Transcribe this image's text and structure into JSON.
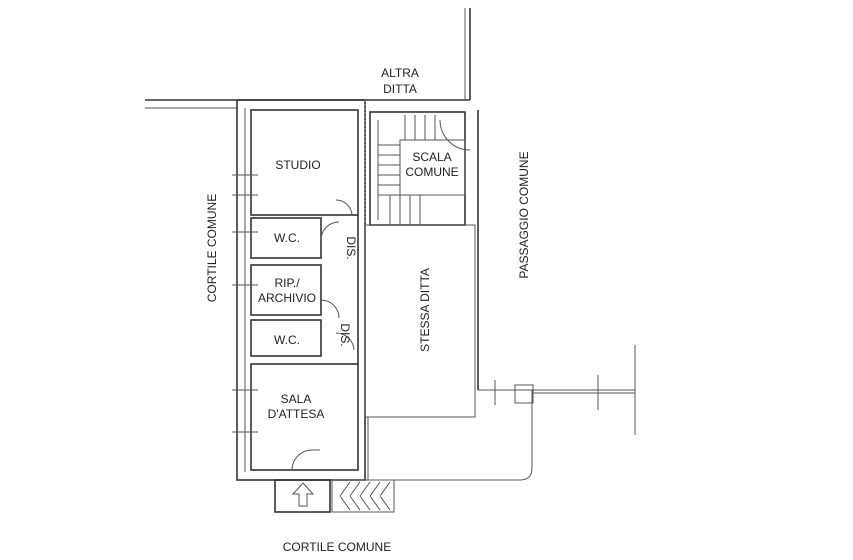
{
  "labels": {
    "altra_ditta_1": "ALTRA",
    "altra_ditta_2": "DITTA",
    "studio": "STUDIO",
    "wc_1": "W.C.",
    "dis_1": "DIS.",
    "rip_1": "RIP./",
    "rip_2": "ARCHIVIO",
    "wc_2": "W.C.",
    "dis_2": "DIS.",
    "sala_1": "SALA",
    "sala_2": "D'ATTESA",
    "scala_1": "SCALA",
    "scala_2": "COMUNE",
    "stessa_ditta": "STESSA DITTA",
    "cortile_left": "CORTILE COMUNE",
    "passaggio": "PASSAGGIO COMUNE",
    "cortile_bottom": "CORTILE COMUNE"
  }
}
